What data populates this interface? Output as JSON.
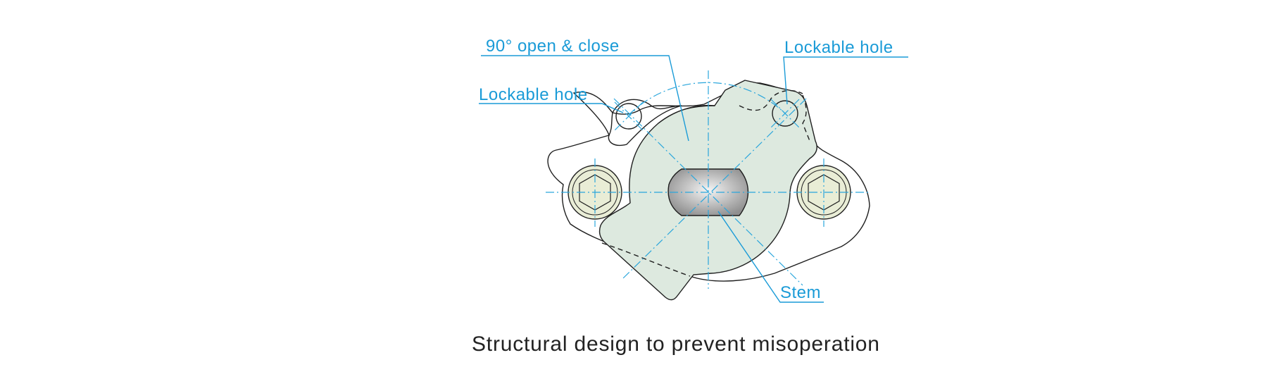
{
  "callouts": {
    "open_close": "90°  open & close",
    "lockable_hole_left": "Lockable hole",
    "lockable_hole_right": "Lockable hole",
    "stem": "Stem"
  },
  "caption": "Structural design to prevent misoperation",
  "colors": {
    "callout_text": "#1a9bd7",
    "center_lines": "#2aa6dc",
    "handle_fill": "#dde9df",
    "bolt_fill": "#e9edd6",
    "outline": "#1f1f1f",
    "stem_gradient_light": "#f4f4f4",
    "stem_gradient_dark": "#8f8f8f"
  },
  "icons": [
    "hex-bolt-icon",
    "hex-bolt-icon"
  ]
}
